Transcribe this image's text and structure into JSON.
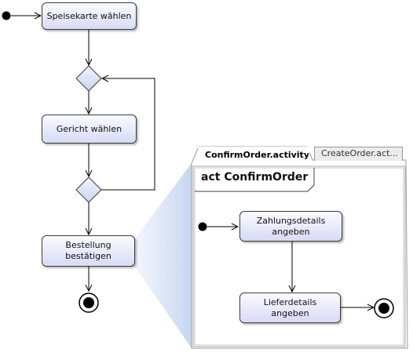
{
  "main_activity": {
    "actions": {
      "select_menu": "Speisekarte wählen",
      "select_dish": "Gericht wählen",
      "confirm_order_line1": "Bestellung",
      "confirm_order_line2": "bestätigen"
    }
  },
  "editor": {
    "tabs": {
      "active": "ConfirmOrder.activity*",
      "inactive": "CreateOrder.act..."
    },
    "frame_title": "act ConfirmOrder",
    "actions": {
      "payment_line1": "Zahlungsdetails",
      "payment_line2": "angeben",
      "delivery_line1": "Lieferdetails",
      "delivery_line2": "angeben"
    }
  },
  "colors": {
    "action_fill_top": "#fafbff",
    "action_fill_bottom": "#d7dbf4",
    "decision_fill": "#dfe3f7",
    "zoom_fill": "#c9d7f2",
    "node_black": "#000000"
  }
}
